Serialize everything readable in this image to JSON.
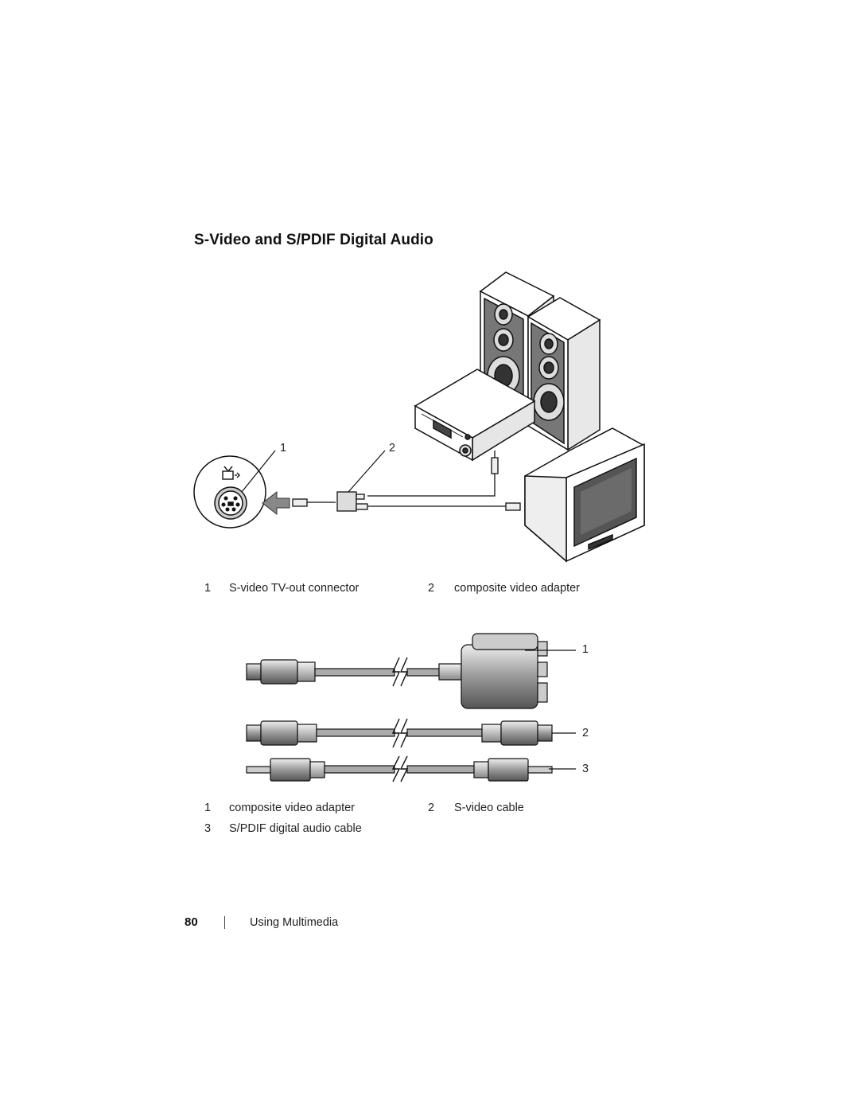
{
  "heading": "S-Video and S/PDIF Digital Audio",
  "figure1": {
    "callouts": [
      "1",
      "2"
    ],
    "captions": [
      {
        "num": "1",
        "text": "S-video TV-out connector"
      },
      {
        "num": "2",
        "text": "composite video adapter"
      }
    ]
  },
  "figure2": {
    "callouts": [
      "1",
      "2",
      "3"
    ],
    "captions": [
      {
        "num": "1",
        "text": "composite video adapter"
      },
      {
        "num": "2",
        "text": "S-video cable"
      },
      {
        "num": "3",
        "text": "S/PDIF digital audio cable"
      }
    ]
  },
  "footer": {
    "page_number": "80",
    "section": "Using Multimedia"
  }
}
